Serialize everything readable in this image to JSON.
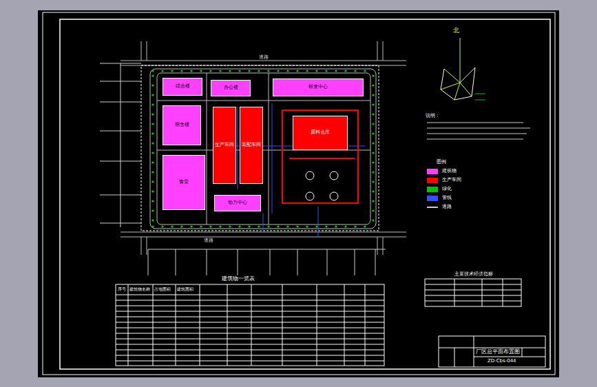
{
  "diagram": {
    "title": "厂区总平面布置图",
    "nodes": [
      {
        "text": [
          "综合楼"
        ]
      },
      {
        "text": [
          "办公楼"
        ]
      },
      {
        "text": [
          "研发中心"
        ]
      },
      {
        "text": [
          "宿舍楼"
        ]
      },
      {
        "text": [
          "生产车间"
        ]
      },
      {
        "text": [
          "装配车间"
        ]
      },
      {
        "text": [
          "原料仓库"
        ]
      },
      {
        "text": [
          "食堂"
        ]
      },
      {
        "text": [
          "动力中心"
        ]
      }
    ],
    "labels": [
      "北",
      "道路",
      "道路",
      "说明：",
      "建筑物一览表",
      "序号",
      "建筑物名称",
      "占地面积",
      "建筑面积",
      "主要技术经济指标",
      "ZD-Cbs-044"
    ],
    "legend": [
      {
        "text": "图例"
      },
      {
        "text": "建筑物",
        "color": "#ff40ff"
      },
      {
        "text": "生产车间",
        "color": "#ff0000"
      },
      {
        "text": "绿化",
        "color": "#00c000"
      },
      {
        "text": "管线",
        "color": "#3050ff"
      },
      {
        "text": "道路"
      }
    ]
  }
}
